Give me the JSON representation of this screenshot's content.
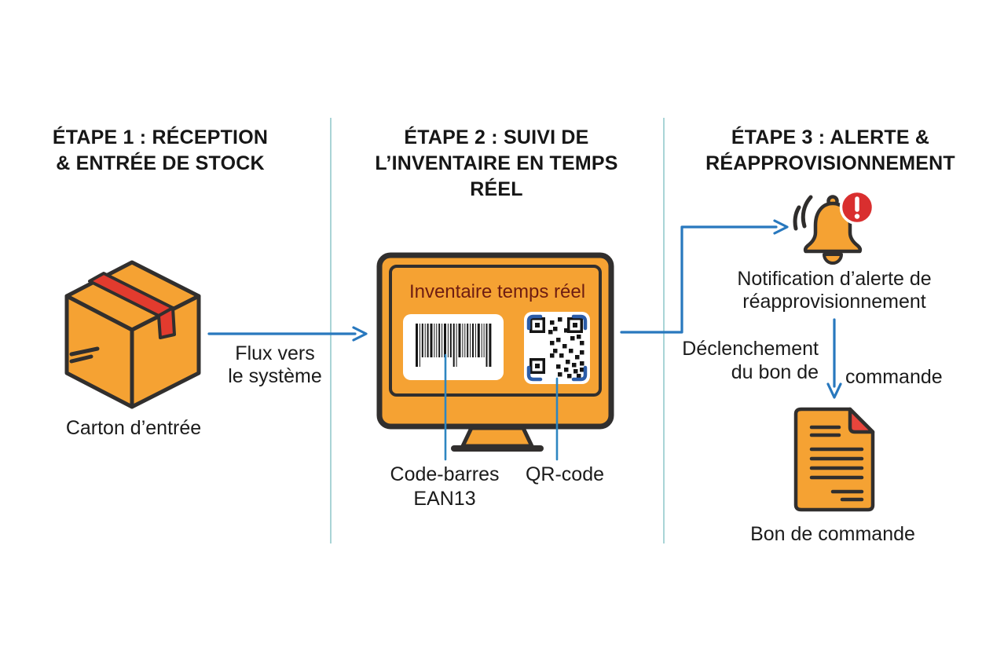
{
  "canvas": {
    "background": "#ffffff"
  },
  "palette": {
    "orange": "#f5a233",
    "outline": "#312f2e",
    "tape_red": "#e23b2e",
    "badge_red": "#d92f2f",
    "arrow_blue": "#2878be",
    "callout_blue": "#2e86c1",
    "divider_teal": "#a9d4d6",
    "text_black": "#1b1b1b",
    "screen_title_maroon": "#6e1d12"
  },
  "icons": {
    "box": "carton-box-icon",
    "monitor": "monitor-icon",
    "barcode": "barcode-icon",
    "qr": "qr-code-icon",
    "bell": "alert-bell-icon",
    "badge": "exclamation-badge-icon",
    "document": "purchase-order-document-icon"
  },
  "headers": {
    "step1": {
      "line1": "ÉTAPE 1 : RÉCEPTION",
      "line2": "& ENTRÉE DE STOCK"
    },
    "step2": {
      "line1": "ÉTAPE 2 : SUIVI DE",
      "line2": "L’INVENTAIRE EN TEMPS RÉEL"
    },
    "step3": {
      "line1": "ÉTAPE 3 : ALERTE &",
      "line2": "RÉAPPROVISIONNEMENT"
    }
  },
  "step1": {
    "box_caption": "Carton d’entrée"
  },
  "flow1": {
    "label_line1": "Flux vers",
    "label_line2": "le système"
  },
  "step2": {
    "screen_title": "Inventaire temps réel",
    "barcode_caption_line1": "Code-barres",
    "barcode_caption_line2": "EAN13",
    "qr_caption": "QR-code"
  },
  "step3": {
    "alert_caption_line1": "Notification  d’alerte de",
    "alert_caption_line2": "réapprovisionnement",
    "trigger_label_line1": "Déclenchement",
    "trigger_label_line2": "du bon de",
    "trigger_label_line3": "commande",
    "document_caption": "Bon de commande"
  }
}
